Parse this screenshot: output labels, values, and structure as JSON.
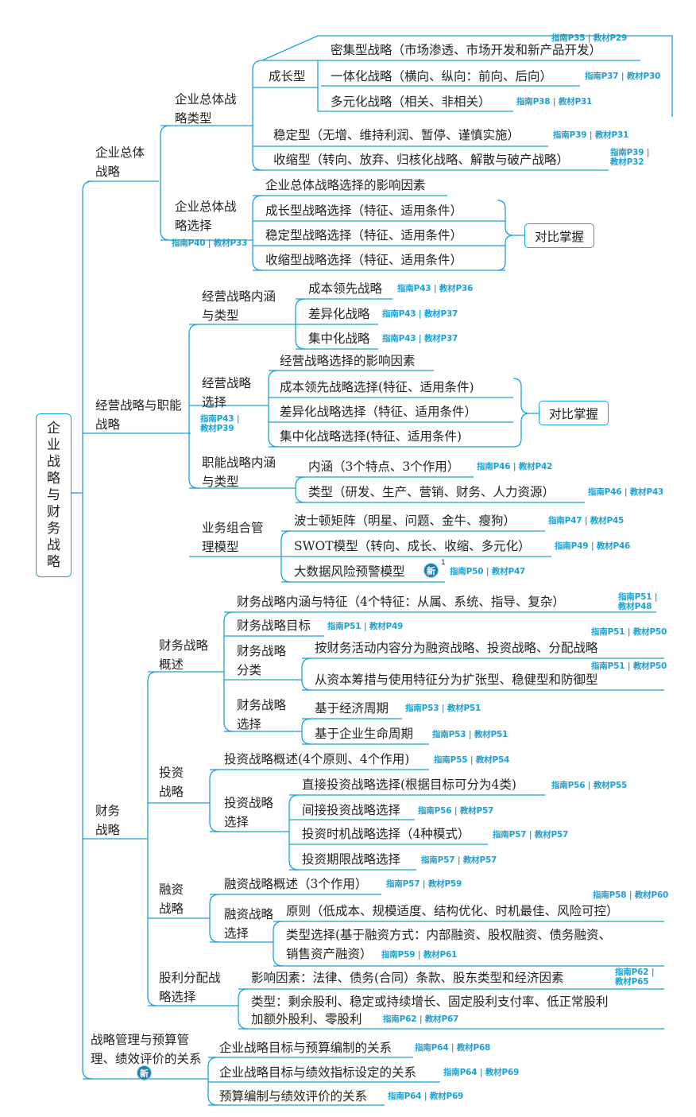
{
  "root": "企业战略与财务战略",
  "refs": {
    "r1": "指南P35 | 教材P29",
    "r2": "指南P37 | 教材P30",
    "r3": "指南P38 | 教材P31",
    "r4": "指南P39 | 教材P31",
    "r5": "指南P39 | 教材P32",
    "r6": "指南P40 | 教材P33",
    "r7": "指南P43 | 教材P36",
    "r8": "指南P43 | 教材P37",
    "r9": "指南P43 | 教材P37",
    "r10": "指南P43 | 教材P39",
    "r11": "指南P46 | 教材P42",
    "r12": "指南P46 | 教材P43",
    "r13": "指南P47 | 教材P45",
    "r14": "指南P49 | 教材P46",
    "r15": "指南P50 | 教材P47",
    "r16": "指南P51 | 教材P48",
    "r17": "指南P51 | 教材P49",
    "r18": "指南P51 | 教材P50",
    "r19": "指南P51 | 教材P50",
    "r20": "指南P53 | 教材P51",
    "r21": "指南P53 | 教材P51",
    "r22": "指南P55 | 教材P54",
    "r23": "指南P56 | 教材P55",
    "r24": "指南P56 | 教材P57",
    "r25": "指南P57 | 教材P57",
    "r26": "指南P57 | 教材P57",
    "r27": "指南P57 | 教材P59",
    "r28": "指南P58 | 教材P60",
    "r29": "指南P59 | 教材P61",
    "r30": "指南P62 | 教材P65",
    "r31": "指南P62 | 教材P67",
    "r32": "指南P64 | 教材P68",
    "r33": "指南P64 | 教材P69",
    "r34": "指南P64 | 教材P69"
  },
  "s1": {
    "title": "企业总体战略",
    "type": {
      "title": "企业总体战略类型",
      "growth": "成长型",
      "intensive": "密集型战略（市场渗透、市场开发和新产品开发）",
      "integration": "一体化战略（横向、纵向：前向、后向）",
      "diversification": "多元化战略（相关、非相关）",
      "stable": "稳定型（无增、维持利润、暂停、谨慎实施）",
      "retrench": "收缩型（转向、放弃、归核化战略、解散与破产战略）"
    },
    "select": {
      "title": "企业总体战略选择",
      "factors": "企业总体战略选择的影响因素",
      "growth_sel": "成长型战略选择（特征、适用条件）",
      "stable_sel": "稳定型战略选择（特征、适用条件）",
      "retrench_sel": "收缩型战略选择（特征、适用条件）",
      "compare": "对比掌握"
    }
  },
  "s2": {
    "title": "经营战略与职能战略",
    "bus_type": {
      "title": "经营战略内涵与类型",
      "cost": "成本领先战略",
      "diff": "差异化战略",
      "focus": "集中化战略"
    },
    "bus_select": {
      "title": "经营战略选择",
      "factors": "经营战略选择的影响因素",
      "cost_sel": "成本领先战略选择(特征、适用条件)",
      "diff_sel": "差异化战略选择（特征、适用条件）",
      "focus_sel": "集中化战略选择(特征、适用条件)",
      "compare": "对比掌握"
    },
    "func": {
      "title": "职能战略内涵与类型",
      "meaning": "内涵（3个特点、3个作用）",
      "types": "类型（研发、生产、营销、财务、人力资源）"
    },
    "portfolio": {
      "title": "业务组合管理模型",
      "bcg": "波士顿矩阵（明星、问题、金牛、瘦狗）",
      "swot": "SWOT模型（转向、成长、收缩、多元化）",
      "bigdata": "大数据风险预警模型",
      "new_badge": "新",
      "sup": "1"
    }
  },
  "s3": {
    "title": "财务战略",
    "overview": {
      "title": "财务战略概述",
      "meaning": "财务战略内涵与特征（4个特征：从属、系统、指导、复杂）",
      "goal": "财务战略目标",
      "class": {
        "title": "财务战略分类",
        "c1": "按财务活动内容分为融资战略、投资战略、分配战略",
        "c2": "从资本筹措与使用特征分为扩张型、稳健型和防御型"
      },
      "select": {
        "title": "财务战略选择",
        "e1": "基于经济周期",
        "e2": "基于企业生命周期"
      }
    },
    "invest": {
      "title": "投资战略",
      "overview": "投资战略概述(4个原则、4个作用)",
      "select": {
        "title": "投资战略选择",
        "i1": "直接投资战略选择(根据目标可分为4类)",
        "i2": "间接投资战略选择",
        "i3": "投资时机战略选择（4种模式）",
        "i4": "投资期限战略选择"
      }
    },
    "finance": {
      "title": "融资战略",
      "overview": "融资战略概述（3个作用）",
      "select": {
        "title": "融资战略选择",
        "principle": "原则（低成本、规模适度、结构优化、时机最佳、风险可控）",
        "types_a": "类型选择(基于融资方式：内部融资、股权融资、债务融资、",
        "types_b": "销售资产融资）"
      }
    },
    "dividend": {
      "title": "股利分配战略选择",
      "factors": "影响因素：法律、债务(合同）条款、股东类型和经济因素",
      "types_a": "类型：剩余股利、稳定或持续增长、固定股利支付率、低正常股利",
      "types_b": "加额外股利、零股利"
    }
  },
  "s4": {
    "title": "战略管理与预算管理、绩效评价的关系",
    "new_badge": "新",
    "l1": "企业战略目标与预算编制的关系",
    "l2": "企业战略目标与绩效指标设定的关系",
    "l3": "预算编制与绩效评价的关系"
  }
}
